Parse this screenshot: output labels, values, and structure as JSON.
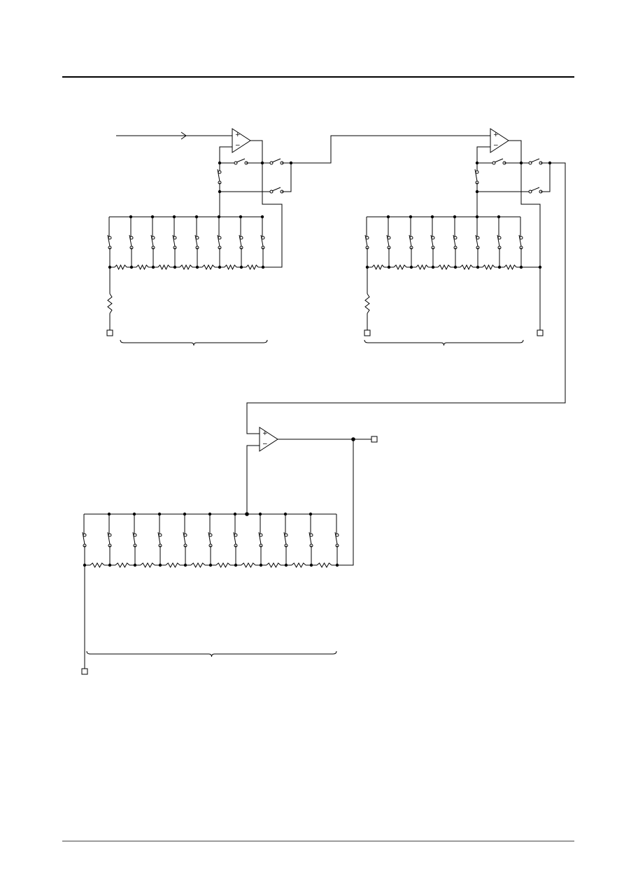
{
  "page": {
    "background": "#ffffff",
    "line_color": "#000000"
  },
  "diagram": {
    "kind": "circuit-schematic",
    "blocks": [
      {
        "id": "upper-left-ladder",
        "op_amp_signs": [
          "+",
          "−"
        ],
        "switch_columns": 8,
        "has_input_arrow": true,
        "terminals": 1
      },
      {
        "id": "upper-right-ladder",
        "op_amp_signs": [
          "+",
          "−"
        ],
        "switch_columns": 8,
        "has_input_arrow": false,
        "terminals": 2
      },
      {
        "id": "lower-ladder",
        "op_amp_signs": [
          "+",
          "−"
        ],
        "switch_columns": 11,
        "has_input_arrow": false,
        "terminals": 2
      }
    ]
  }
}
